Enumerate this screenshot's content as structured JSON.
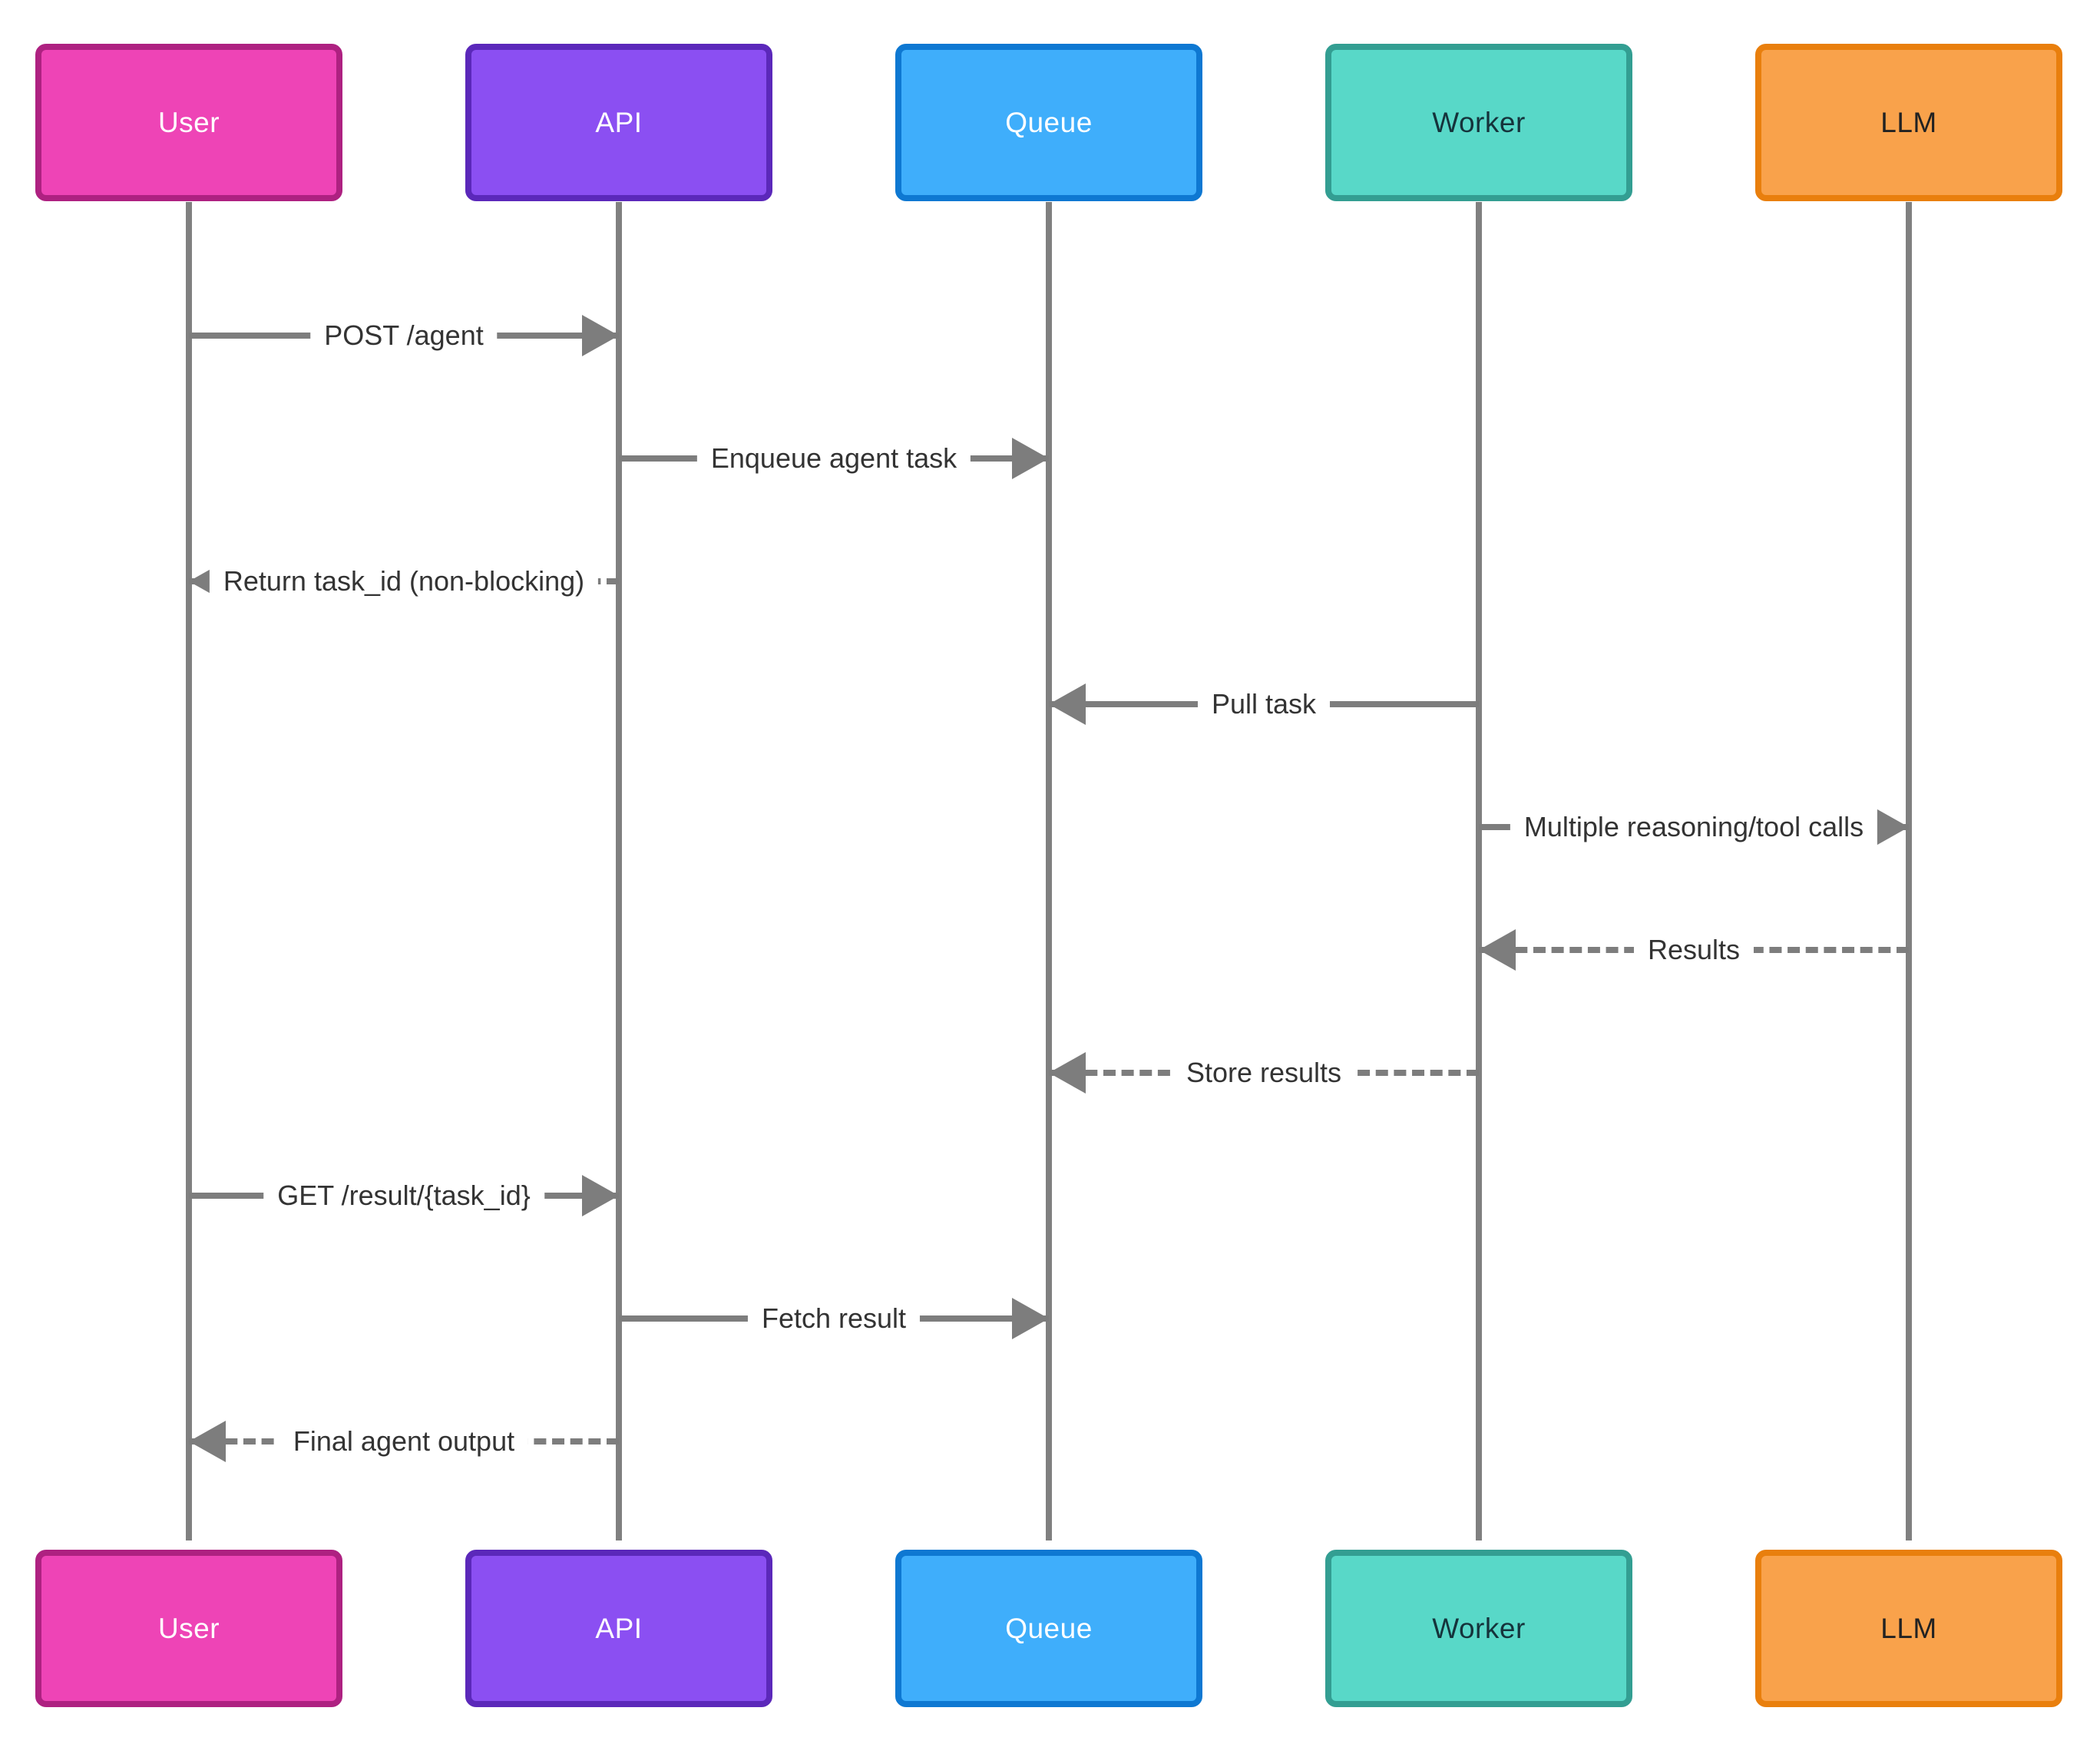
{
  "diagram": {
    "type": "sequence-diagram",
    "background": "#FFFFFF",
    "lifeline_color": "#808080",
    "arrow_color": "#7D7D7D",
    "message_text_color": "#333333",
    "actors": [
      {
        "id": "user",
        "label": "User",
        "fill": "#EE44B6",
        "border": "#AE2181",
        "text_color": "#FFFFFF"
      },
      {
        "id": "api",
        "label": "API",
        "fill": "#8B4FF2",
        "border": "#5B28BA",
        "text_color": "#FFFFFF"
      },
      {
        "id": "queue",
        "label": "Queue",
        "fill": "#3FAEFB",
        "border": "#0E78D2",
        "text_color": "#FFFFFF"
      },
      {
        "id": "worker",
        "label": "Worker",
        "fill": "#58D8C8",
        "border": "#339E92",
        "text_color": "#15333B"
      },
      {
        "id": "llm",
        "label": "LLM",
        "fill": "#F9A24B",
        "border": "#E97F0D",
        "text_color": "#222222"
      }
    ],
    "messages": [
      {
        "label": "POST /agent",
        "from": "user",
        "to": "api",
        "style": "solid"
      },
      {
        "label": "Enqueue agent task",
        "from": "api",
        "to": "queue",
        "style": "solid"
      },
      {
        "label": "Return task_id (non-blocking)",
        "from": "api",
        "to": "user",
        "style": "dashed"
      },
      {
        "label": "Pull task",
        "from": "worker",
        "to": "queue",
        "style": "solid"
      },
      {
        "label": "Multiple reasoning/tool calls",
        "from": "worker",
        "to": "llm",
        "style": "solid"
      },
      {
        "label": "Results",
        "from": "llm",
        "to": "worker",
        "style": "dashed"
      },
      {
        "label": "Store results",
        "from": "worker",
        "to": "queue",
        "style": "dashed"
      },
      {
        "label": "GET /result/{task_id}",
        "from": "user",
        "to": "api",
        "style": "solid"
      },
      {
        "label": "Fetch result",
        "from": "api",
        "to": "queue",
        "style": "solid"
      },
      {
        "label": "Final agent output",
        "from": "api",
        "to": "user",
        "style": "dashed"
      }
    ]
  }
}
